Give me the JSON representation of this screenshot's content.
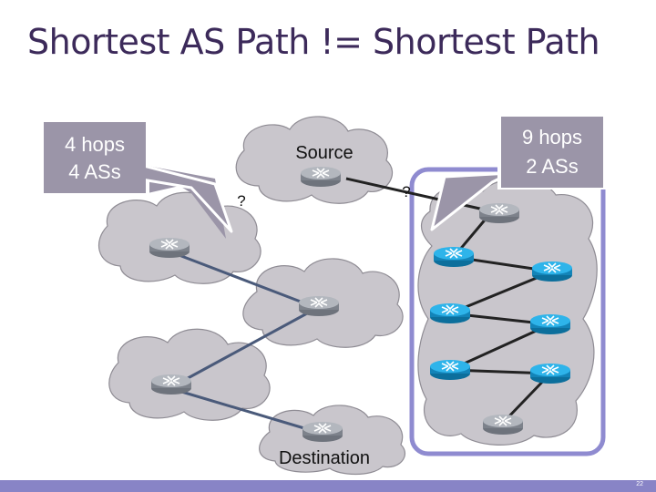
{
  "slide": {
    "title": "Shortest AS Path != Shortest Path",
    "slide_number": "22"
  },
  "diagram": {
    "source_label": "Source",
    "destination_label": "Destination",
    "question_left": "?",
    "question_right": "?",
    "callout_left": {
      "line1": "4 hops",
      "line2": "4 ASs"
    },
    "callout_right": {
      "line1": "9 hops",
      "line2": "2 ASs"
    },
    "colors": {
      "cloud": "#c9c6cc",
      "cloud_edge": "#8f8c94",
      "link": "#4a5a7a",
      "blue_router": "#1aa0d8",
      "gray_router": "#a0a4ab",
      "callout_fill": "#9b95a8",
      "highlight_box": "#8f8bd0",
      "inner_link": "#222222"
    }
  }
}
